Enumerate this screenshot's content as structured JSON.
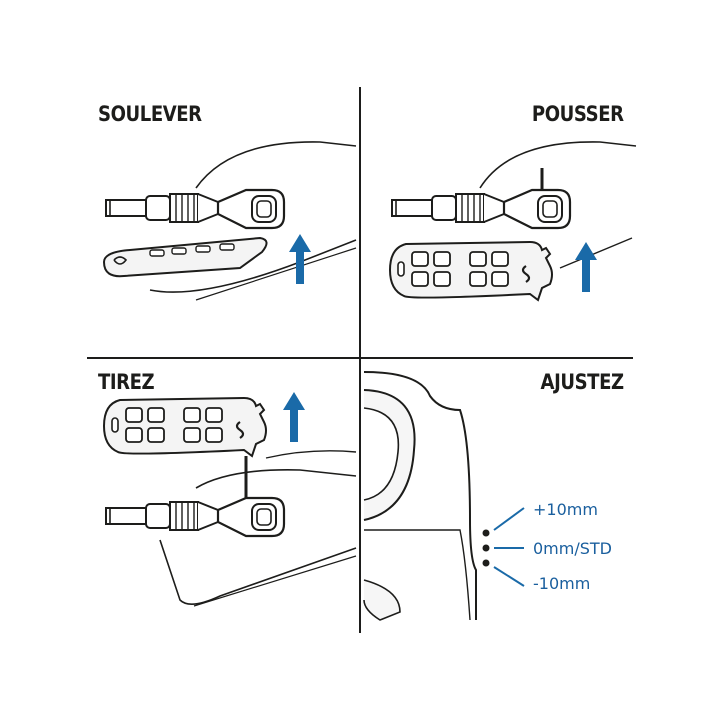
{
  "steps": [
    {
      "title": "SOULEVER"
    },
    {
      "title": "POUSSER"
    },
    {
      "title": "TIREZ"
    },
    {
      "title": "AJUSTEZ"
    }
  ],
  "adjustments": [
    "+10mm",
    "0mm/STD",
    "-10mm"
  ],
  "colors": {
    "line": "#1d1d1b",
    "arrow": "#1a6aa8",
    "label": "#1a5f9e",
    "background": "#ffffff"
  },
  "icons": [
    "arrow-up-icon",
    "buckle-icon",
    "pad-icon",
    "strap-icon"
  ]
}
